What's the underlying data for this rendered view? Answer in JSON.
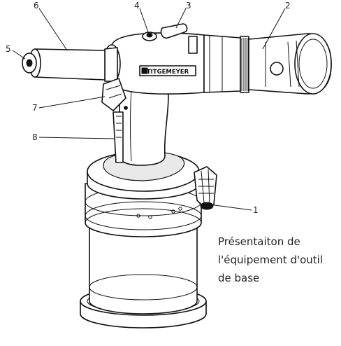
{
  "figure": {
    "callouts": [
      {
        "id": "1",
        "label": "1"
      },
      {
        "id": "2",
        "label": "2"
      },
      {
        "id": "3",
        "label": "3"
      },
      {
        "id": "4",
        "label": "4"
      },
      {
        "id": "5",
        "label": "5"
      },
      {
        "id": "6",
        "label": "6"
      },
      {
        "id": "7",
        "label": "7"
      },
      {
        "id": "8",
        "label": "8"
      }
    ],
    "brand_text": "TITGEMEYER",
    "caption_lines": [
      "Présentaiton de",
      "l'équipement d'outil",
      "de base"
    ]
  }
}
